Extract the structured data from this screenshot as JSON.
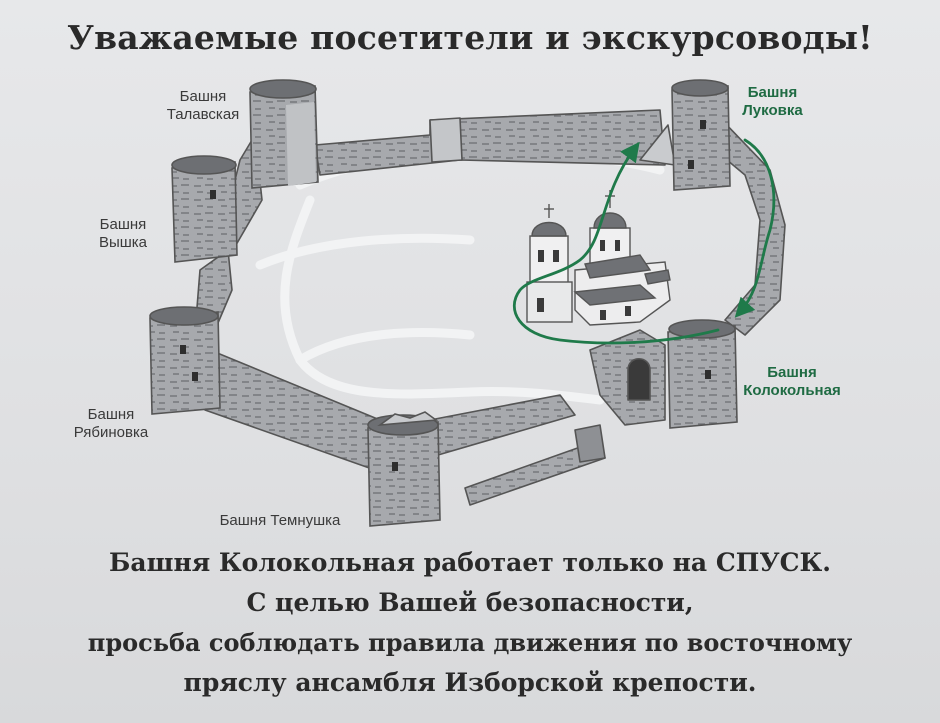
{
  "title": "Уважаемые посетители и экскурсоводы!",
  "towers": {
    "talavskaya": {
      "line1": "Башня",
      "line2": "Талавская"
    },
    "lukovka": {
      "line1": "Башня",
      "line2": "Луковка"
    },
    "vyshka": {
      "line1": "Башня",
      "line2": "Вышка"
    },
    "ryabinovka": {
      "line1": "Башня",
      "line2": "Рябиновка"
    },
    "kolokolnaya": {
      "line1": "Башня",
      "line2": "Колокольная"
    },
    "temnushka": {
      "label": "Башня Темнушка"
    }
  },
  "notice": {
    "line1": "Башня Колокольная работает только на СПУСК.",
    "line2": "С целью Вашей безопасности,",
    "line3": "просьба соблюдать правила движения по восточному",
    "line4": "пряслу ансамбля Изборской крепости."
  },
  "colors": {
    "route": "#1f7a4a",
    "wall": "#9c9ea2",
    "tower": "#8a8c90",
    "ink": "#2a2a2a"
  }
}
